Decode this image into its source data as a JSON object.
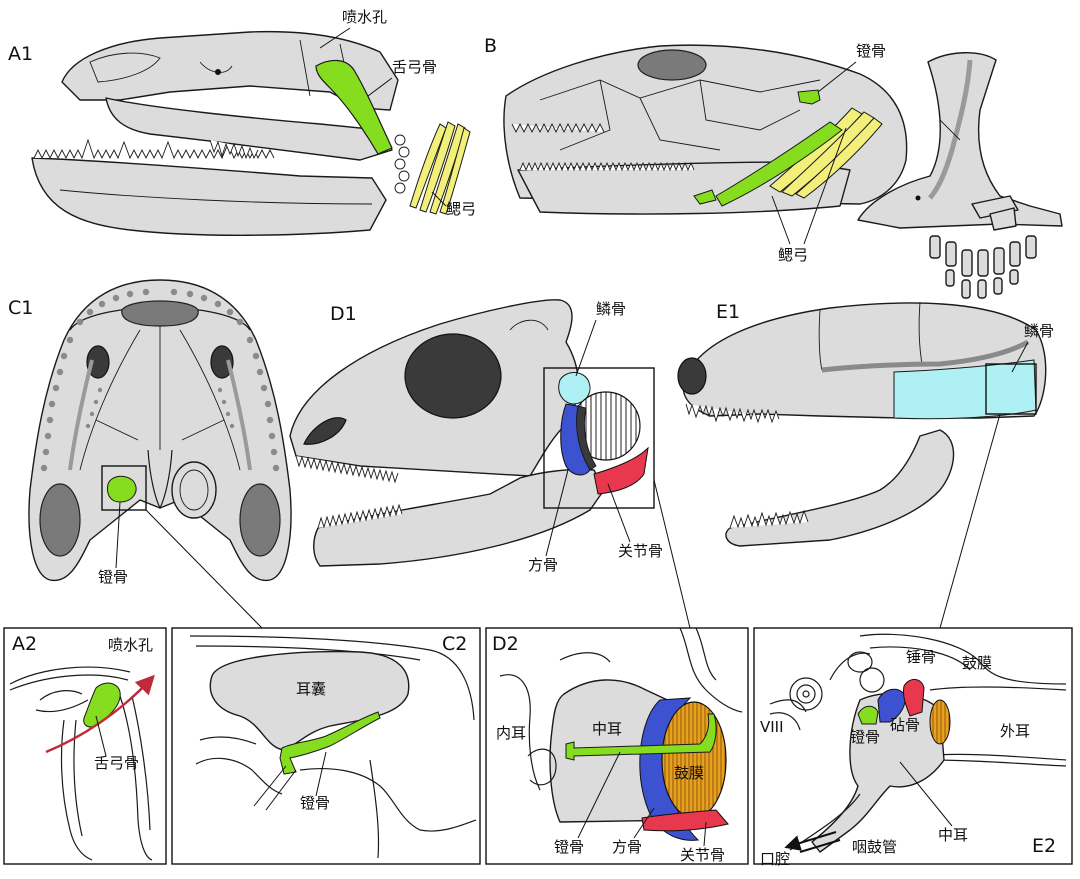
{
  "panels": {
    "A1": "A1",
    "A2": "A2",
    "B": "B",
    "C1": "C1",
    "C2": "C2",
    "D1": "D1",
    "D2": "D2",
    "E1": "E1",
    "E2": "E2"
  },
  "labels": {
    "spiracle": "喷水孔",
    "hyomandibula": "舌弓骨",
    "gill_arches": "鳃弓",
    "stapes": "镫骨",
    "squamosal": "鳞骨",
    "quadrate": "方骨",
    "articular": "关节骨",
    "otic_capsule": "耳囊",
    "inner_ear": "内耳",
    "middle_ear": "中耳",
    "eardrum": "鼓膜",
    "malleus": "锤骨",
    "incus": "砧骨",
    "outer_ear": "外耳",
    "cranial_nerve": "VIII",
    "oral_cavity": "口腔",
    "eustachian_tube": "咽鼓管"
  },
  "colors": {
    "bone": "#dcdcdc",
    "hyomandibula_stapes": "#86dc1e",
    "gill_arch": "#f2f07a",
    "squamosal": "#aef0f4",
    "quadrate_incus": "#3c52d0",
    "articular_malleus": "#e8384e",
    "eardrum": "#e8a020",
    "airflow_arrow": "#c02a3a"
  }
}
